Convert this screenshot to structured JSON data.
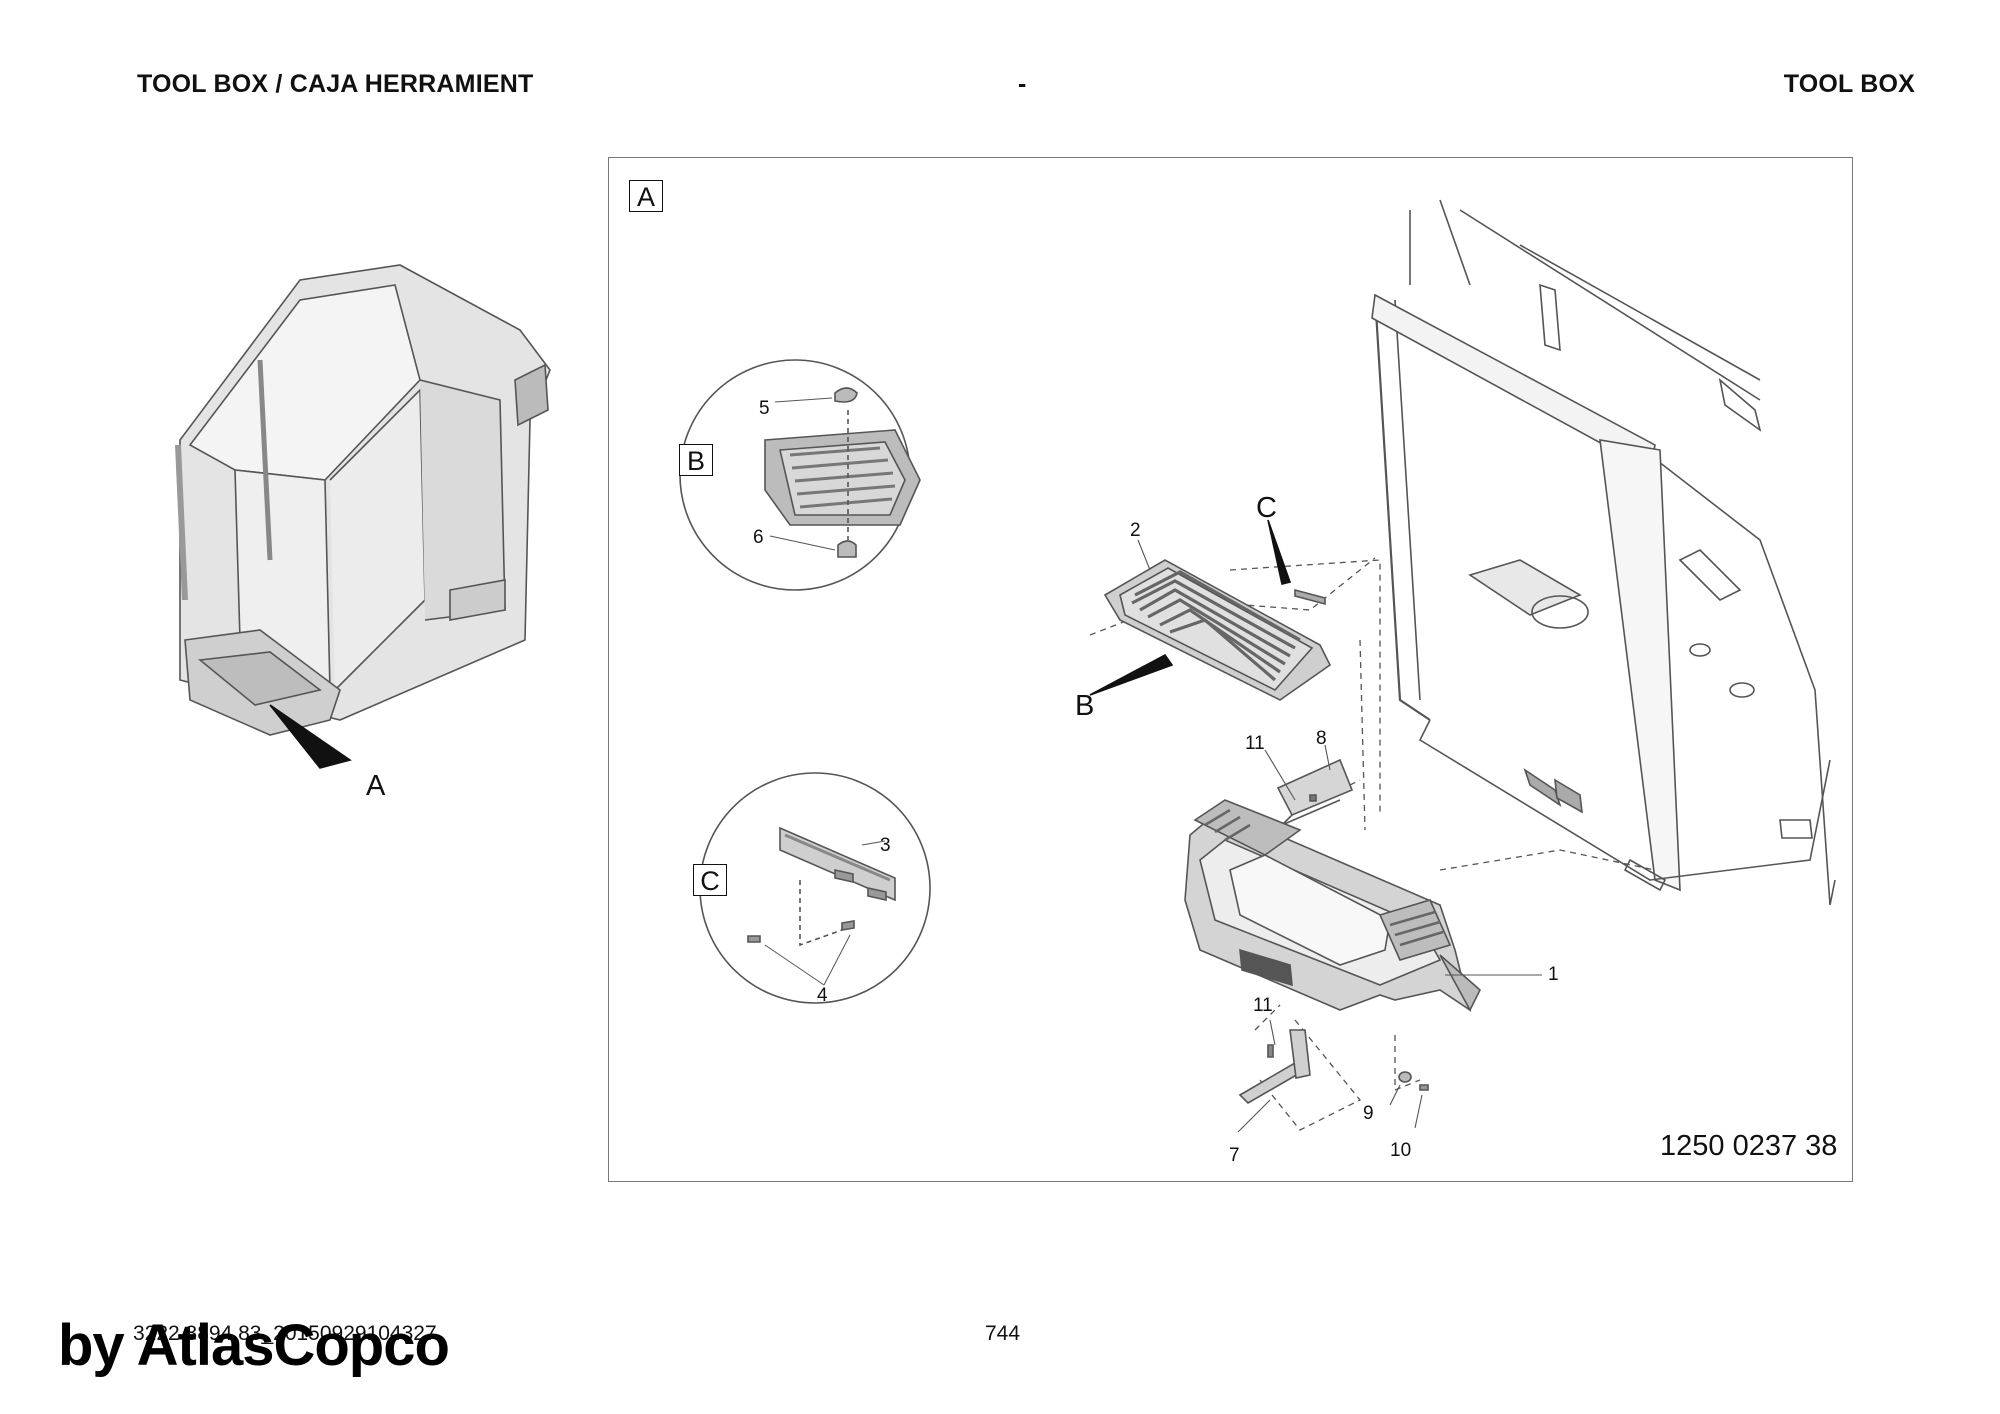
{
  "header": {
    "left": "TOOL BOX / CAJA HERRAMIENT",
    "center": "-",
    "right": "TOOL BOX"
  },
  "views": {
    "A": "A",
    "B": "B",
    "C": "C"
  },
  "callouts": {
    "p1": "1",
    "p2": "2",
    "p3": "3",
    "p4": "4",
    "p5": "5",
    "p6": "6",
    "p7": "7",
    "p8": "8",
    "p9": "9",
    "p10": "10",
    "p11a": "11",
    "p11b": "11"
  },
  "drawing_number": "1250 0237 38",
  "footer": {
    "code": "3222 3894 83_20150929104327",
    "page": "744",
    "watermark": "by AtlasCopco"
  }
}
